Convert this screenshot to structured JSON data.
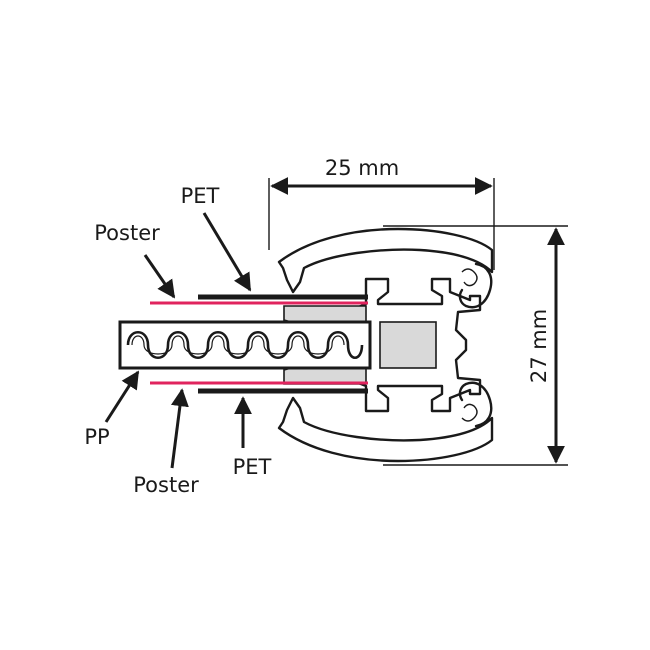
{
  "labels": {
    "width_dimension": "25 mm",
    "height_dimension": "27 mm",
    "pet_top": "PET",
    "poster_top": "Poster",
    "pp": "PP",
    "poster_bottom": "Poster",
    "pet_bottom": "PET"
  },
  "colors": {
    "poster": "#e0245e",
    "pet": "#1a1a1a",
    "profile_fill": "#d9d9d9",
    "outline": "#1a1a1a"
  }
}
